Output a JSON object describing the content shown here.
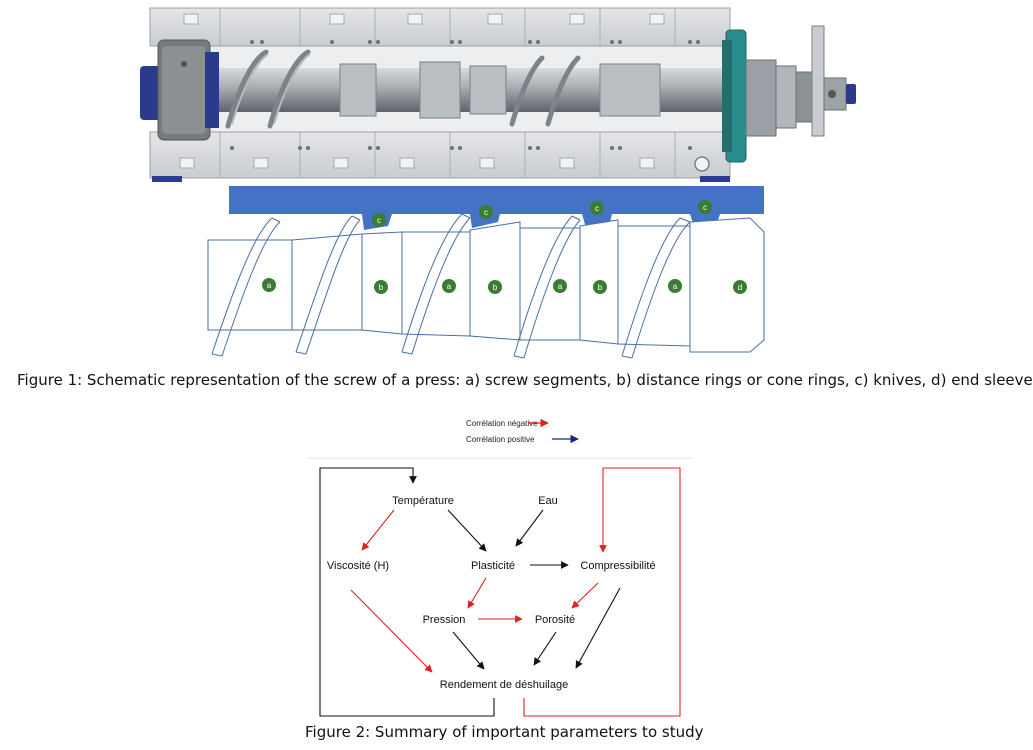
{
  "figure1": {
    "caption": "Figure 1: Schematic representation of the screw of a press: a) screw segments, b) distance rings or cone rings, c) knives, d) end sleeve",
    "segment_labels": [
      "a",
      "b",
      "a",
      "b",
      "a",
      "b",
      "a",
      "d"
    ],
    "knife_labels": [
      "c",
      "c",
      "c",
      "c"
    ]
  },
  "figure2": {
    "caption": "Figure 2: Summary of important parameters to study",
    "legend": {
      "negative": "Corrélation négative",
      "positive": "Corrélation positive",
      "negative_color": "#e02020",
      "positive_color": "#1a237e"
    },
    "nodes": {
      "temperature": "Température",
      "eau": "Eau",
      "viscosite": "Viscosité (H)",
      "plasticite": "Plasticité",
      "compressibilite": "Compressibilité",
      "pression": "Pression",
      "porosite": "Porosité",
      "rendement": "Rendement de déshuilage"
    }
  },
  "colors": {
    "press_shaft": "#8f9499",
    "press_blue": "#2b3a8c",
    "press_teal": "#2a8c8a",
    "knife_bar": "#4472c4",
    "label_green": "#3a7d32"
  }
}
